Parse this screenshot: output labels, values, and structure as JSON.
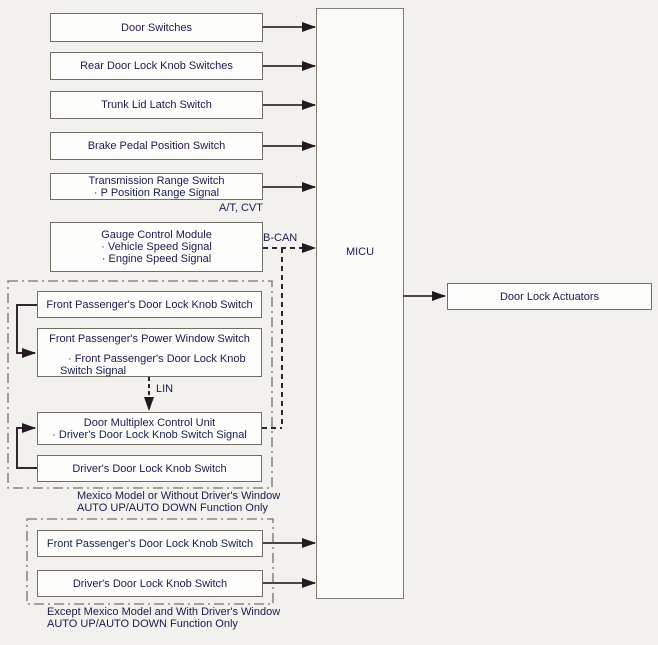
{
  "nodes": {
    "door_switches": {
      "label": "Door Switches"
    },
    "rear_door_lock_knob_switches": {
      "label": "Rear Door Lock Knob Switches"
    },
    "trunk_lid_latch_switch": {
      "label": "Trunk Lid Latch Switch"
    },
    "brake_pedal_position_switch": {
      "label": "Brake Pedal Position Switch"
    },
    "transmission_range_switch": {
      "title": "Transmission Range Switch",
      "signals": [
        "· P Position Range Signal"
      ]
    },
    "gauge_control_module": {
      "title": "Gauge Control Module",
      "signals": [
        "· Vehicle Speed Signal",
        "· Engine Speed Signal"
      ]
    },
    "micu": {
      "label": "MICU"
    },
    "door_lock_actuators": {
      "label": "Door Lock Actuators"
    }
  },
  "notes": {
    "at_cvt": "A/T, CVT"
  },
  "bus_labels": {
    "b_can": "B-CAN",
    "lin": "LIN"
  },
  "groups": {
    "mexico": {
      "caption": [
        "Mexico Model or Without Driver's Window",
        "AUTO UP/AUTO DOWN Function Only"
      ],
      "nodes": {
        "front_passengers_door_lock_knob_switch": {
          "label": "Front Passenger's Door Lock Knob Switch"
        },
        "front_passengers_power_window_switch": {
          "title": "Front Passenger's Power Window Switch",
          "signal_lines": [
            "· Front Passenger's Door Lock Knob",
            "Switch Signal"
          ]
        },
        "door_multiplex_control_unit": {
          "title": "Door Multiplex Control Unit",
          "signals": [
            "· Driver's Door Lock Knob Switch Signal"
          ]
        },
        "drivers_door_lock_knob_switch": {
          "label": "Driver's Door Lock Knob Switch"
        }
      }
    },
    "except_mexico": {
      "caption": [
        "Except Mexico Model and With Driver's Window",
        "AUTO UP/AUTO DOWN Function Only"
      ],
      "nodes": {
        "front_passengers_door_lock_knob_switch": {
          "label": "Front Passenger's Door Lock Knob Switch"
        },
        "drivers_door_lock_knob_switch": {
          "label": "Driver's Door Lock Knob Switch"
        }
      }
    }
  },
  "colors": {
    "background": "#f2f1ee",
    "box_fill": "#fcfcfb",
    "box_border": "#716d62",
    "text": "#1b1b4d",
    "line": "#4e4740",
    "arrowhead": "#241821",
    "dashed_line": "#2e2430",
    "group_border": "#8d887e"
  }
}
